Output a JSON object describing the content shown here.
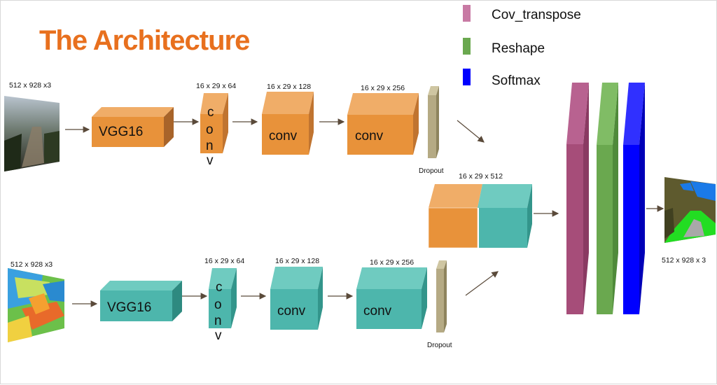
{
  "title": "The Architecture",
  "legend": [
    {
      "label": "Cov_transpose",
      "color": "#c87aa4"
    },
    {
      "label": "Reshape",
      "color": "#6aa84f"
    },
    {
      "label": "Softmax",
      "color": "#0000ff"
    }
  ],
  "colors": {
    "orange": "#e8923a",
    "teal": "#4db6ac",
    "dropout": "#b5aa84",
    "cov_transpose": "#a64d79",
    "reshape": "#6aa84f",
    "softmax": "#0000ff",
    "title": "#e8701e"
  },
  "top_branch": {
    "input_dim": "512 x 928 x3",
    "vgg_label": "VGG16",
    "conv1_dim": "16 x 29 x 64",
    "conv1_label": [
      "c",
      "o",
      "n",
      "v"
    ],
    "conv2_dim": "16 x 29 x 128",
    "conv2_label": "conv",
    "conv3_dim": "16 x 29 x 256",
    "conv3_label": "conv",
    "dropout_label": "Dropout"
  },
  "bottom_branch": {
    "input_dim": "512 x 928 x3",
    "vgg_label": "VGG16",
    "conv1_dim": "16 x 29 x 64",
    "conv1_label": [
      "c",
      "o",
      "n",
      "v"
    ],
    "conv2_dim": "16 x 29 x 128",
    "conv2_label": "conv",
    "conv3_dim": "16 x 29 x 256",
    "conv3_label": "conv",
    "dropout_label": "Dropout"
  },
  "merge_dim": "16 x 29 x 512",
  "output_dim": "512 x 928 x  3"
}
